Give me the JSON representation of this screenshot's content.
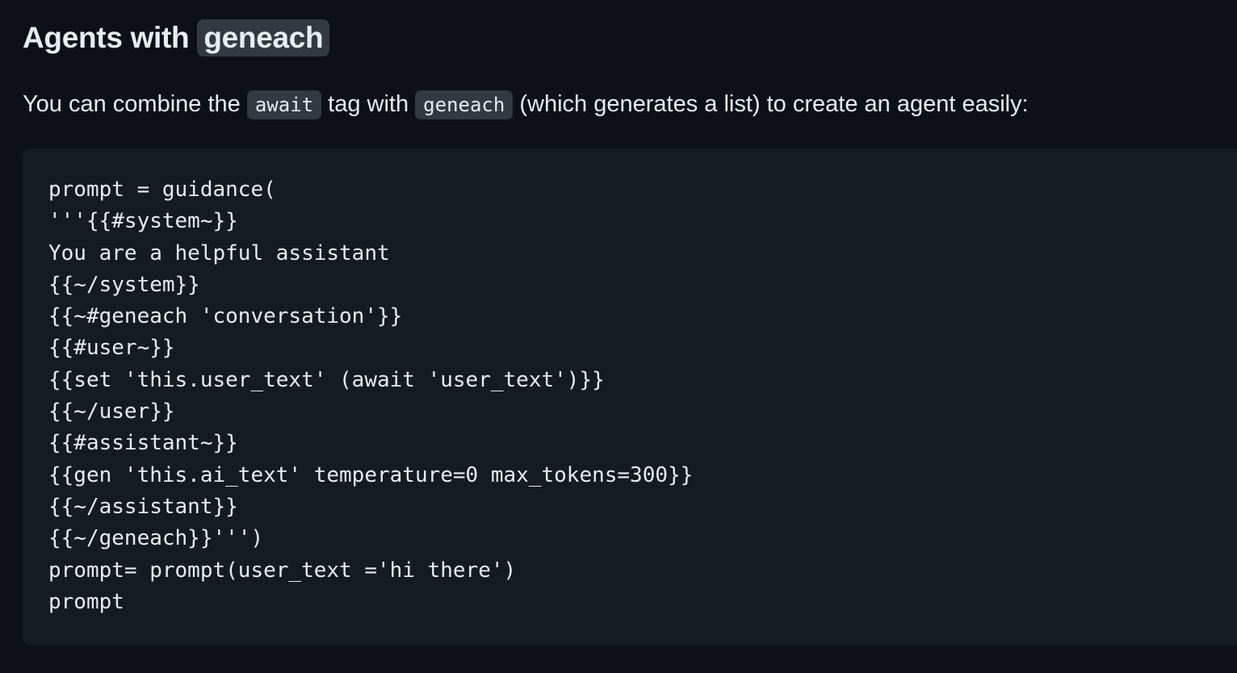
{
  "heading": {
    "prefix": "Agents with ",
    "code": "geneach"
  },
  "paragraph": {
    "part1": "You can combine the ",
    "code1": "await",
    "part2": " tag with ",
    "code2": "geneach",
    "part3": " (which generates a list) to create an agent easily:"
  },
  "code_block": {
    "lines": [
      "prompt = guidance(",
      "'''{{#system~}}",
      "You are a helpful assistant",
      "{{~/system}}",
      "{{~#geneach 'conversation'}}",
      "{{#user~}}",
      "{{set 'this.user_text' (await 'user_text')}}",
      "{{~/user}}",
      "{{#assistant~}}",
      "{{gen 'this.ai_text' temperature=0 max_tokens=300}}",
      "{{~/assistant}}",
      "{{~/geneach}}''')",
      "prompt= prompt(user_text ='hi there')",
      "prompt"
    ]
  },
  "colors": {
    "page_background": "#0d1117",
    "code_background": "#161b22",
    "inline_code_background": "#343941",
    "text": "#e6edf3"
  }
}
